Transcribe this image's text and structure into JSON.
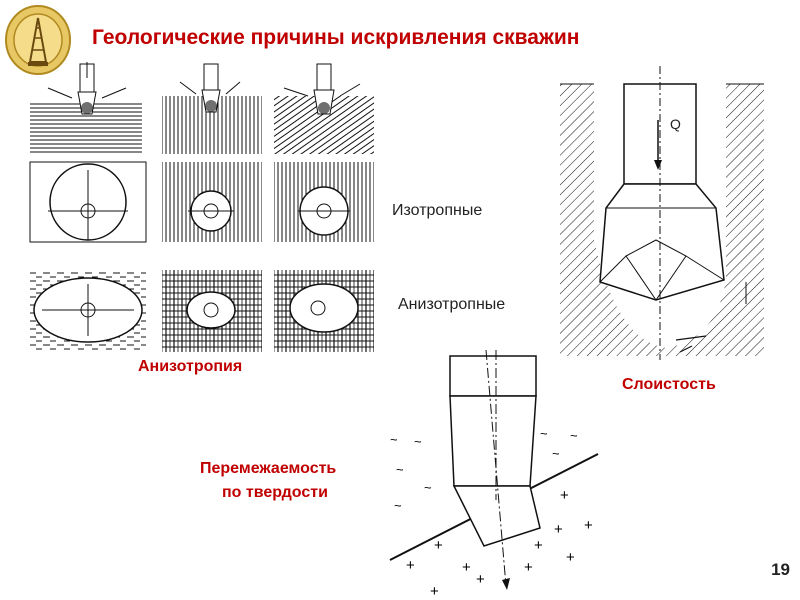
{
  "slide": {
    "title": "Геологические причины искривления скважин",
    "page_number": "19"
  },
  "labels": {
    "isotropic": "Изотропные",
    "anisotropic": "Анизотропные",
    "anisotropy": "Анизотропия",
    "layering": "Слоистость",
    "force": "Q",
    "alternation_line1": "Перемежаемость",
    "alternation_line2": "по твердости"
  },
  "colors": {
    "accent_red": "#c00000",
    "logo_gold": "#d9b443",
    "line": "#111111"
  },
  "icons": {
    "logo": "university-emblem-icon"
  }
}
